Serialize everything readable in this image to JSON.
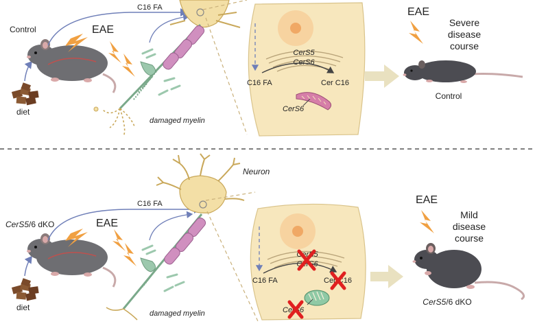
{
  "top_panel": {
    "label_control": "Control",
    "label_eae": "EAE",
    "label_diet": "diet",
    "label_c16fa_arrow": "C16 FA",
    "label_damaged_myelin": "damaged myelin",
    "cell": {
      "enzyme_a": "CerS5",
      "enzyme_b": "CerS6",
      "substrate": "C16 FA",
      "product": "Cer C16",
      "mito_label": "CerS6"
    },
    "outcome_eae": "EAE",
    "outcome_lines": [
      "Severe",
      "disease",
      "course"
    ],
    "outcome_mouse_label": "Control"
  },
  "bottom_panel": {
    "label_genotype_gene": "CerS5",
    "label_genotype_slash_num": "/6",
    "label_genotype_suffix": " dKO",
    "label_eae": "EAE",
    "label_diet": "diet",
    "label_c16fa_arrow": "C16 FA",
    "label_neuron": "Neuron",
    "label_damaged_myelin": "damaged myelin",
    "cell": {
      "enzyme_a": "CerS5",
      "enzyme_b": "CerS6",
      "substrate": "C16 FA",
      "product": "Cer C16",
      "mito_label": "CerS6"
    },
    "outcome_eae": "EAE",
    "outcome_lines": [
      "Mild",
      "disease",
      "course"
    ],
    "outcome_mouse_label_gene": "CerS5",
    "outcome_mouse_label_rest": "/6",
    "outcome_mouse_label_suffix": " dKO"
  },
  "colors": {
    "neuron_fill": "#f3dfa6",
    "neuron_stroke": "#c9a85a",
    "cell_fill": "#f7e7bd",
    "nucleus": "#f0a865",
    "myelin": "#d08fbf",
    "bolt": "#f0a042",
    "mouse": "#6e6e72",
    "arrow_blue": "#6f7fb8",
    "big_arrow": "#e9e1c0",
    "red_x": "#e02020",
    "mito": "#8fc9a5"
  }
}
